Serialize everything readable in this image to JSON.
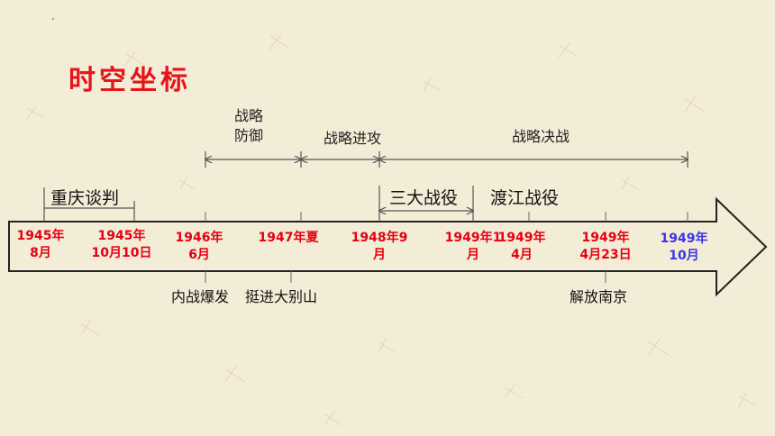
{
  "title": "时空坐标",
  "stages": {
    "defense_line1": "战略",
    "defense_line2": "防御",
    "offense": "战略进攻",
    "decisive": "战略决战"
  },
  "events_above": {
    "chongqing": "重庆谈判",
    "three_battles": "三大战役",
    "dujiang": "渡江战役"
  },
  "events_below": {
    "civil_war": "内战爆发",
    "dabieshan": "挺进大别山",
    "nanjing": "解放南京"
  },
  "dates": [
    {
      "l1": "1945年",
      "l2": "8月"
    },
    {
      "l1": "1945年",
      "l2": "10月10日"
    },
    {
      "l1": "1946年",
      "l2": "6月"
    },
    {
      "l1": "1947年夏",
      "l2": ""
    },
    {
      "l1": "1948年9",
      "l2": "月"
    },
    {
      "l1": "1949年1",
      "l2": "月"
    },
    {
      "l1": "1949年",
      "l2": "4月"
    },
    {
      "l1": "1949年",
      "l2": "4月23日"
    },
    {
      "l1": "1949年",
      "l2": "10月"
    }
  ],
  "colors": {
    "title": "#e8141b",
    "date": "#e60012",
    "date_final": "#3b35e6"
  }
}
